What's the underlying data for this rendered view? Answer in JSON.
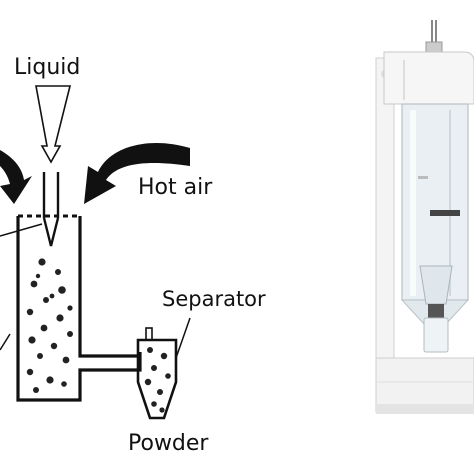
{
  "labels": {
    "liquid": "Liquid",
    "hot_air": "Hot air",
    "separator": "Separator",
    "powder": "Powder"
  },
  "icons": {
    "equipment": "spray-dryer-photo"
  },
  "colors": {
    "ink": "#111111",
    "glass": "#e7eef2",
    "machine_body": "#f3f3f3"
  }
}
